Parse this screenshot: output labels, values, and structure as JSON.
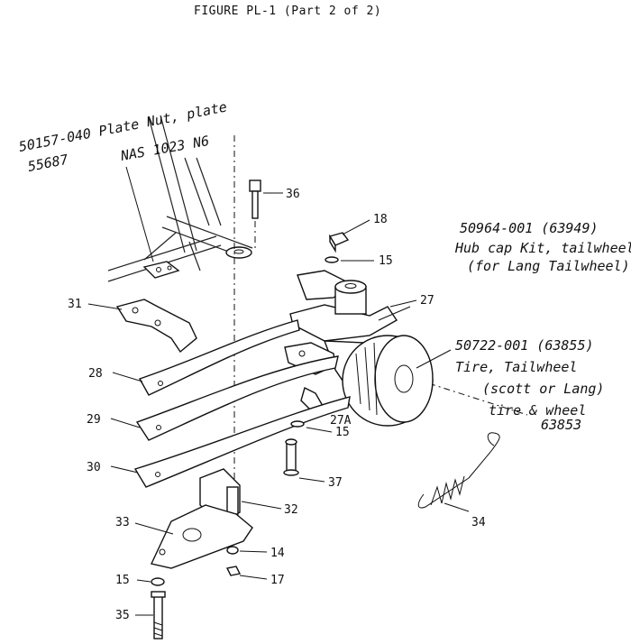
{
  "figure": {
    "title": "FIGURE PL-1 (Part 2 of 2)"
  },
  "notes": {
    "plate_nut_line1": "50157-040  Plate Nut, plate",
    "plate_nut_line2": "55687",
    "plate_nut_line3": "NAS 1023 N6",
    "hub_cap_line1": "50964-001 (63949)",
    "hub_cap_line2": "Hub cap Kit, tailwheel",
    "hub_cap_line3": "(for Lang Tailwheel)",
    "tire_line1": "50722-001 (63855)",
    "tire_line2": "Tire, Tailwheel",
    "tire_line3": "(scott or Lang)",
    "tire_line4": "tire & wheel",
    "tire_line5": "63853"
  },
  "callouts": {
    "c36": "36",
    "c18": "18",
    "c15a": "15",
    "c27": "27",
    "c31": "31",
    "c28": "28",
    "c29": "29",
    "c27a": "27A",
    "c15b": "15",
    "c30": "30",
    "c37": "37",
    "c32": "32",
    "c34": "34",
    "c33": "33",
    "c14": "14",
    "c15c": "15",
    "c17": "17",
    "c35": "35"
  }
}
